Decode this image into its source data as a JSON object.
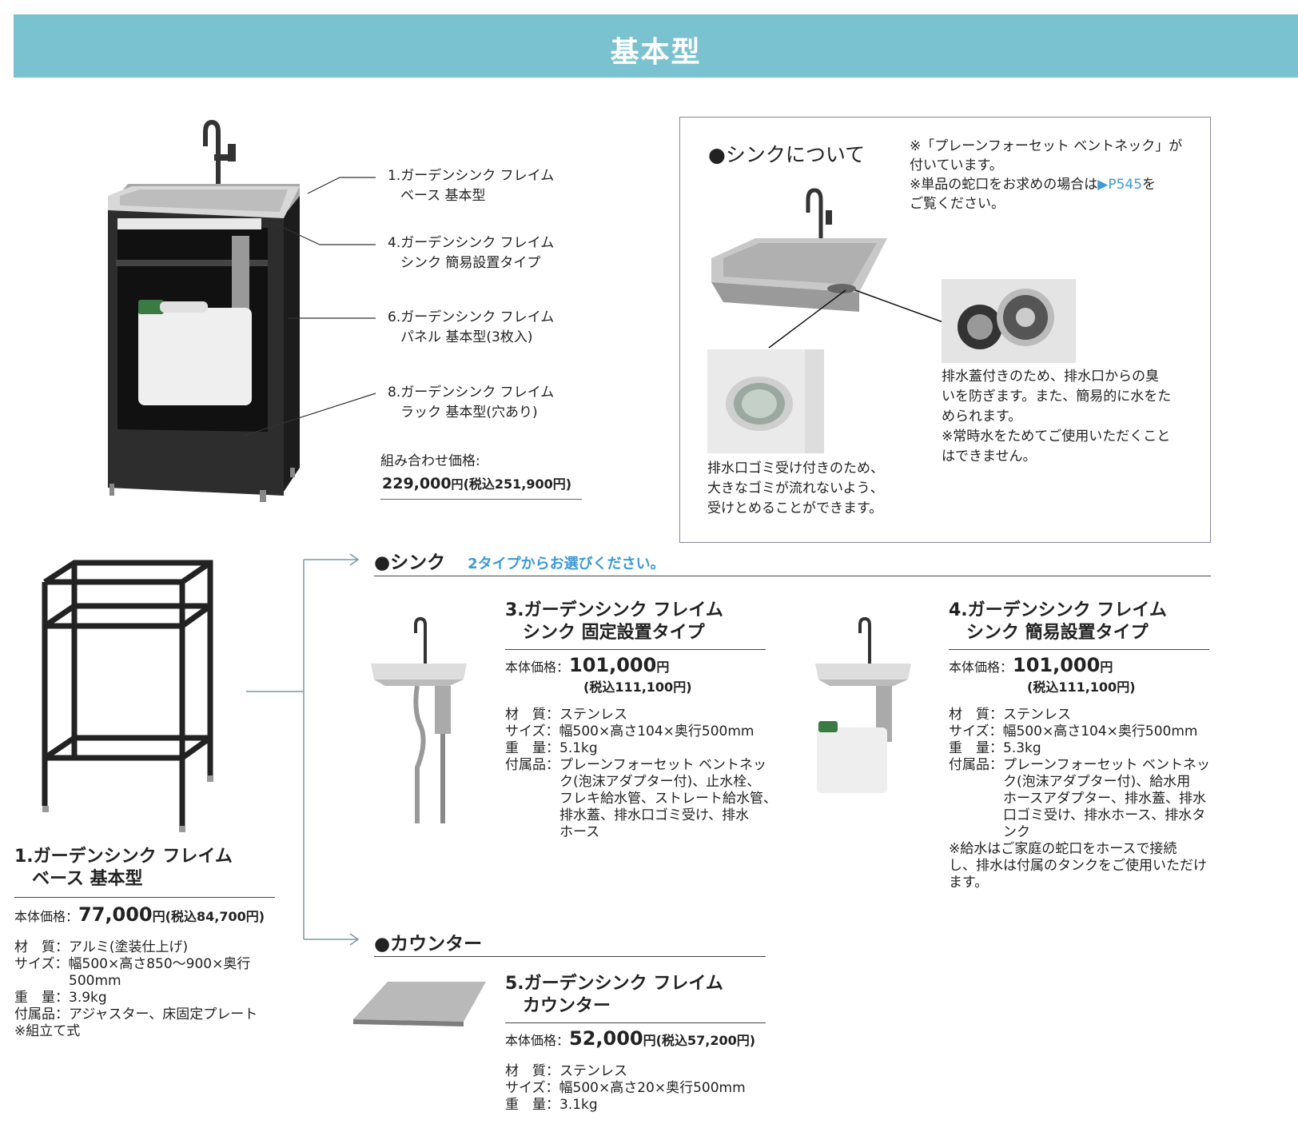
{
  "banner": {
    "title": "基本型",
    "color": "#7ac2cf"
  },
  "callouts": [
    {
      "num": "1.",
      "line1": "ガーデンシンク フレイム",
      "line2": "ベース 基本型"
    },
    {
      "num": "4.",
      "line1": "ガーデンシンク フレイム",
      "line2": "シンク 簡易設置タイプ"
    },
    {
      "num": "6.",
      "line1": "ガーデンシンク フレイム",
      "line2": "パネル 基本型(3枚入)"
    },
    {
      "num": "8.",
      "line1": "ガーデンシンク フレイム",
      "line2": "ラック 基本型(穴あり)"
    }
  ],
  "combo": {
    "label": "組み合わせ価格:",
    "price": "229,000",
    "yen": "円",
    "tax": "(税込251,900円)"
  },
  "sink_info": {
    "heading": "●シンクについて",
    "note_lines": [
      "※「プレーンフォーセット ベントネック」が",
      "付いています。",
      "※単品の蛇口をお求めの場合は"
    ],
    "note_link": "▶P545",
    "note_after_link": "を",
    "note_last": "ご覧ください。",
    "caption_left": [
      "排水口ゴミ受け付きのため、",
      "大きなゴミが流れないよう、",
      "受けとめることができます。"
    ],
    "caption_right": [
      "排水蓋付きのため、排水口からの臭",
      "いを防ぎます。また、簡易的に水をた",
      "められます。",
      "※常時水をためてご使用いただくこと",
      "はできません。"
    ]
  },
  "sink_section": {
    "title": "●シンク",
    "sub": "2タイプからお選びください。"
  },
  "counter_section": {
    "title": "●カウンター"
  },
  "products": {
    "p1": {
      "name1": "1.ガーデンシンク フレイム",
      "name2": "ベース 基本型",
      "price_label": "本体価格：",
      "price": "77,000",
      "yen": "円",
      "tax": "(税込84,700円)",
      "specs": [
        {
          "k": "材　質：",
          "v": "アルミ(塗装仕上げ)"
        },
        {
          "k": "サイズ：",
          "v": "幅500×高さ850〜900×奥行"
        },
        {
          "k": "",
          "v": "500mm"
        },
        {
          "k": "重　量：",
          "v": "3.9kg"
        },
        {
          "k": "付属品：",
          "v": "アジャスター、床固定プレート"
        }
      ],
      "note": "※組立て式"
    },
    "p3": {
      "name1": "3.ガーデンシンク フレイム",
      "name2": "シンク 固定設置タイプ",
      "price_label": "本体価格：",
      "price": "101,000",
      "yen": "円",
      "tax": "(税込111,100円)",
      "specs": [
        {
          "k": "材　質：",
          "v": "ステンレス"
        },
        {
          "k": "サイズ：",
          "v": "幅500×高さ104×奥行500mm"
        },
        {
          "k": "重　量：",
          "v": "5.1kg"
        },
        {
          "k": "付属品：",
          "v": "プレーンフォーセット ベントネッ"
        },
        {
          "k": "",
          "v": "ク(泡沫アダプター付)、止水栓、"
        },
        {
          "k": "",
          "v": "フレキ給水管、ストレート給水管、"
        },
        {
          "k": "",
          "v": "排水蓋、排水口ゴミ受け、排水"
        },
        {
          "k": "",
          "v": "ホース"
        }
      ]
    },
    "p4": {
      "name1": "4.ガーデンシンク フレイム",
      "name2": "シンク 簡易設置タイプ",
      "price_label": "本体価格：",
      "price": "101,000",
      "yen": "円",
      "tax": "(税込111,100円)",
      "specs": [
        {
          "k": "材　質：",
          "v": "ステンレス"
        },
        {
          "k": "サイズ：",
          "v": "幅500×高さ104×奥行500mm"
        },
        {
          "k": "重　量：",
          "v": "5.3kg"
        },
        {
          "k": "付属品：",
          "v": "プレーンフォーセット ベントネッ"
        },
        {
          "k": "",
          "v": "ク(泡沫アダプター付)、給水用"
        },
        {
          "k": "",
          "v": "ホースアダプター、排水蓋、排水"
        },
        {
          "k": "",
          "v": "口ゴミ受け、排水ホース、排水タ"
        },
        {
          "k": "",
          "v": "ンク"
        }
      ],
      "note_lines": [
        "※給水はご家庭の蛇口をホースで接続",
        "し、排水は付属のタンクをご使用いただけ",
        "ます。"
      ]
    },
    "p5": {
      "name1": "5.ガーデンシンク フレイム",
      "name2": "カウンター",
      "price_label": "本体価格：",
      "price": "52,000",
      "yen": "円",
      "tax": "(税込57,200円)",
      "specs": [
        {
          "k": "材　質：",
          "v": "ステンレス"
        },
        {
          "k": "サイズ：",
          "v": "幅500×高さ20×奥行500mm"
        },
        {
          "k": "重　量：",
          "v": "3.1kg"
        }
      ]
    }
  }
}
